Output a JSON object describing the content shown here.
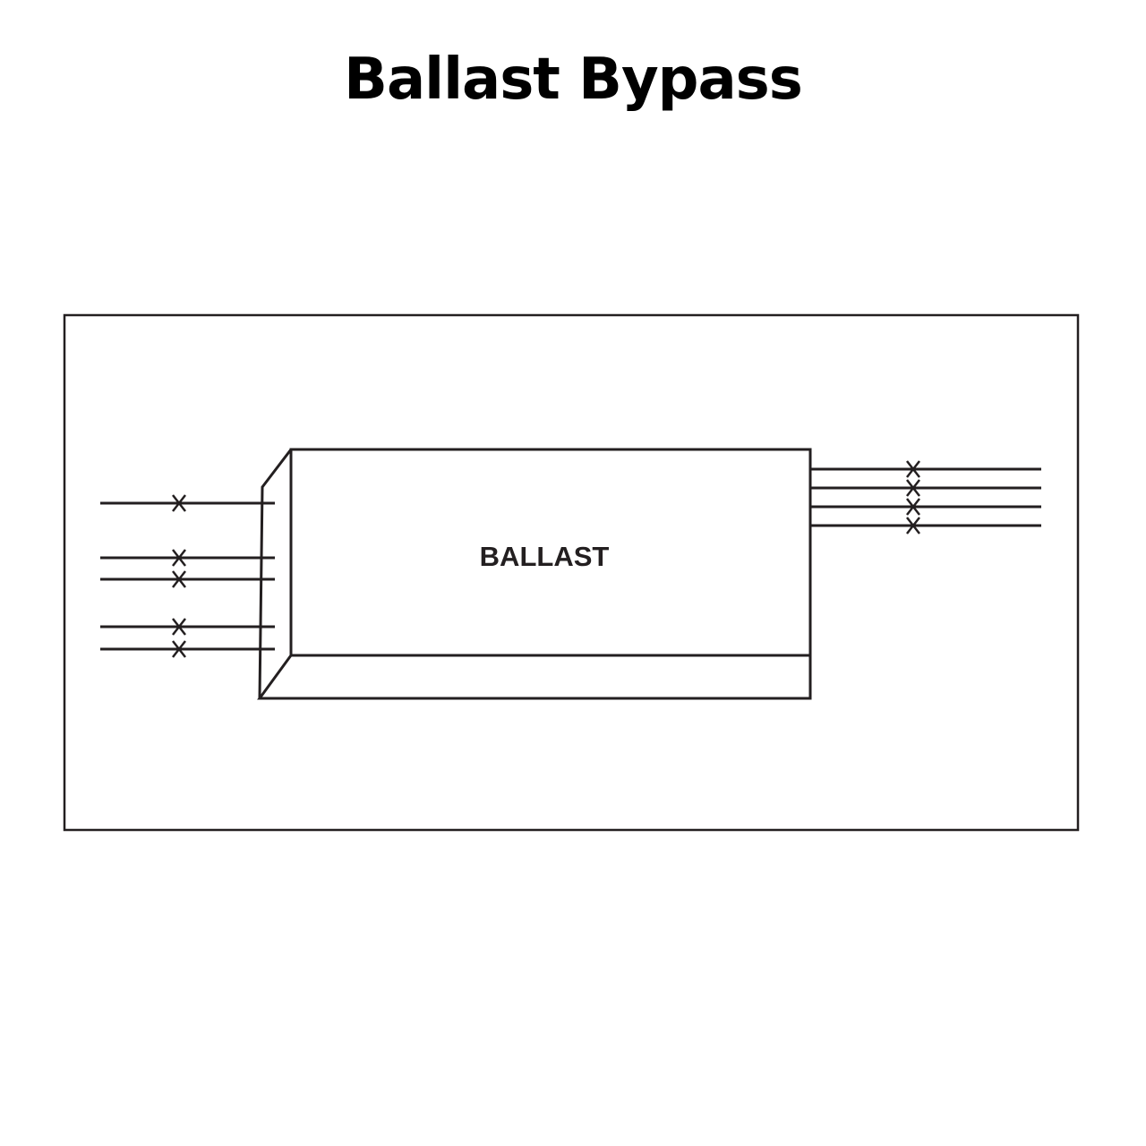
{
  "title": "Ballast Bypass",
  "diagram": {
    "ballast_label": "BALLAST",
    "line_color": "#231f20",
    "frame_color": "#231f20",
    "input_wires": 5,
    "output_wires": 4,
    "cut_marker": "x"
  }
}
